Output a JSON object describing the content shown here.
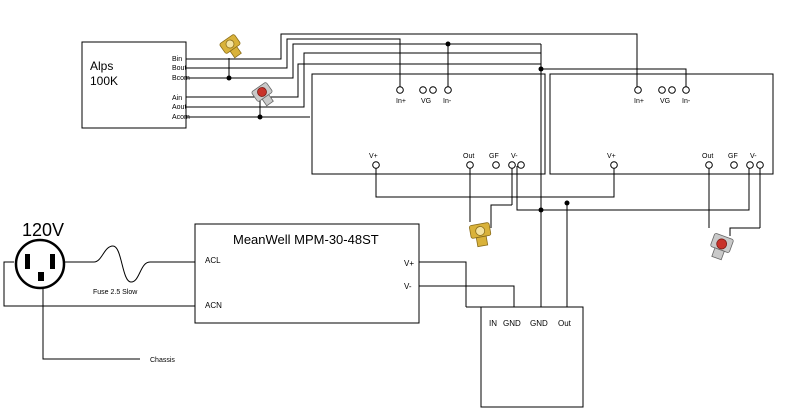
{
  "pot": {
    "name": "Alps",
    "value": "100K",
    "pins": {
      "bin": "Bin",
      "bout": "Bout",
      "bcom": "Bcom",
      "ain": "Ain",
      "aout": "Aout",
      "acom": "Acom"
    }
  },
  "amp_left": {
    "in_plus": "In+",
    "vg": "VG",
    "in_minus": "In-",
    "v_plus": "V+",
    "out": "Out",
    "gf": "GF",
    "v_minus": "V-"
  },
  "amp_right": {
    "in_plus": "In+",
    "vg": "VG",
    "in_minus": "In-",
    "v_plus": "V+",
    "out": "Out",
    "gf": "GF",
    "v_minus": "V-"
  },
  "mains": {
    "voltage": "120V",
    "fuse": "Fuse 2.5 Slow",
    "chassis": "Chassis"
  },
  "psu": {
    "name": "MeanWell MPM-30-48ST",
    "acl": "ACL",
    "acn": "ACN",
    "v_plus": "V+",
    "v_minus": "V-"
  },
  "regulator": {
    "in": "IN",
    "gnd1": "GND",
    "gnd2": "GND",
    "out": "Out"
  },
  "colors": {
    "rca_gold": "#d9b23a",
    "rca_red": "#c8322a",
    "rca_silver": "#c9c9c9"
  }
}
